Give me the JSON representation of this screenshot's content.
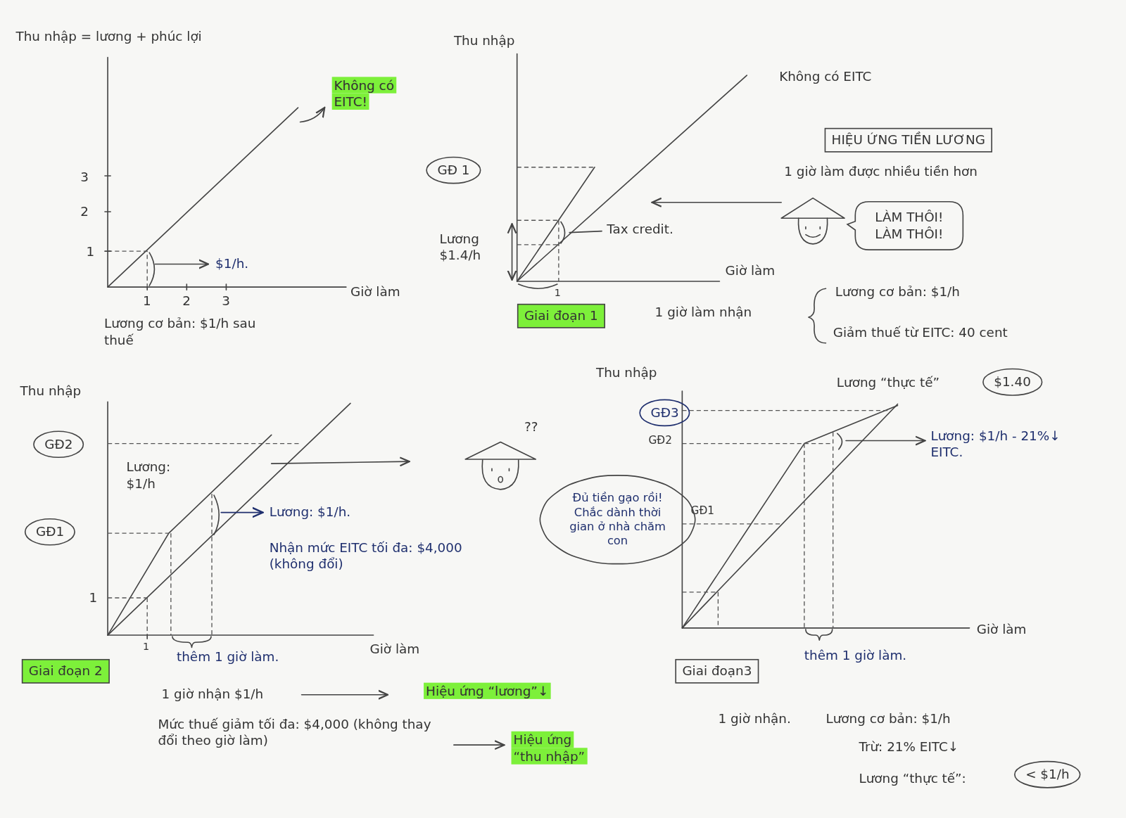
{
  "diagram": {
    "nodes": [
      {
        "text": [
          "GĐ 1"
        ]
      },
      {
        "text": [
          "HIỆU ỨNG TIỀN LƯƠNG"
        ]
      },
      {
        "text": [
          "LÀM THÔI! LÀM THÔI!"
        ]
      },
      {
        "text": [
          "Giai đoạn 1"
        ]
      },
      {
        "text": [
          "$1.40"
        ]
      },
      {
        "text": [
          "GĐ2"
        ]
      },
      {
        "text": [
          "GĐ1"
        ]
      },
      {
        "text": [
          "Đủ tiền gạo rồi! Chắc dành thời gian ở nhà chăm con"
        ]
      },
      {
        "text": [
          "GĐ3"
        ]
      },
      {
        "text": [
          "Giai đoạn 2"
        ]
      },
      {
        "text": [
          "Giai đoạn3"
        ]
      },
      {
        "text": [
          "< $1/h"
        ]
      }
    ],
    "labels": [
      "Thu nhập = lương + phúc lợi",
      "Không có EITC!",
      "3",
      "2",
      "1",
      "1",
      "2",
      "3",
      "$1/h.",
      "Giờ làm",
      "Lương cơ bản: $1/h sau thuế",
      "Thu nhập",
      "Không có EITC",
      "Lương $1.4/h",
      "Tax credit.",
      "1",
      "Giờ làm",
      "1 giờ làm được nhiều tiền hơn",
      "1 giờ làm nhận",
      "Lương cơ bản: $1/h",
      "Giảm thuế từ EITC: 40 cent",
      "Lương “thực tế”",
      "Thu nhập",
      "Lương: $1/h",
      "1",
      "1",
      "Lương: $1/h.",
      "Nhận mức EITC tối đa: $4,000 (không đổi)",
      "thêm 1 giờ làm.",
      "Giờ làm",
      "??",
      "1 giờ nhận $1/h",
      "Hiệu ứng “lương”↓",
      "Mức thuế giảm tối đa: $4,000 (không thay đổi theo giờ làm)",
      "Hiệu ứng “thu nhập”",
      "Thu nhập",
      "GĐ2",
      "GĐ1",
      "Lương: $1/h - 21%↓ EITC.",
      "Giờ làm",
      "thêm 1 giờ làm.",
      "1 giờ nhận.",
      "Lương cơ bản: $1/h",
      "Trừ: 21% EITC↓",
      "Lương “thực tế”:"
    ]
  }
}
